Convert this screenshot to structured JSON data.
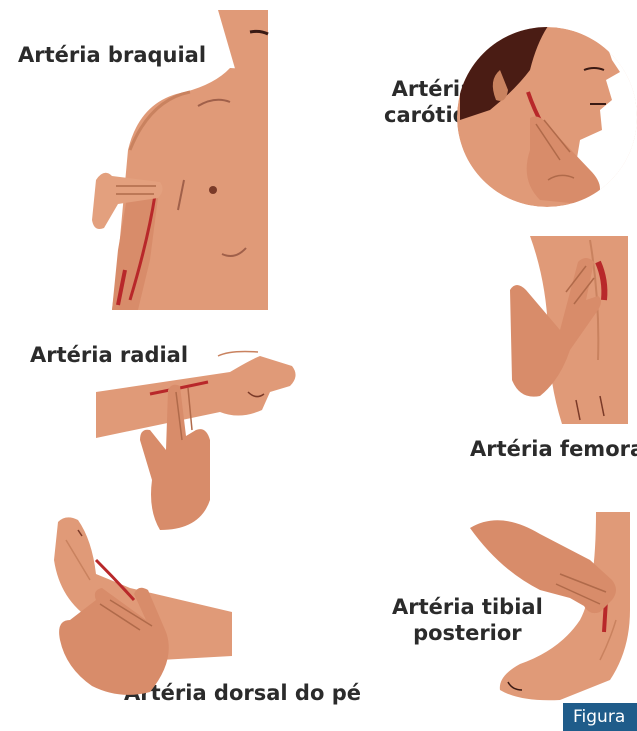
{
  "labels": {
    "braquial": "Artéria braquial",
    "carotida_line1": "Artéria",
    "carotida_line2": "carótida",
    "radial": "Artéria radial",
    "femoral": "Artéria femoral",
    "dorsal": "Artéria dorsal do pé",
    "tibial_line1": "Artéria tibial",
    "tibial_line2": "posterior"
  },
  "figure_badge": "Figura",
  "colors": {
    "skin": "#e09a78",
    "skin_dark": "#c9825f",
    "skin_shadow": "#b06a4a",
    "artery": "#b8282a",
    "hair": "#4a1c14",
    "badge": "#1f5c8a"
  }
}
